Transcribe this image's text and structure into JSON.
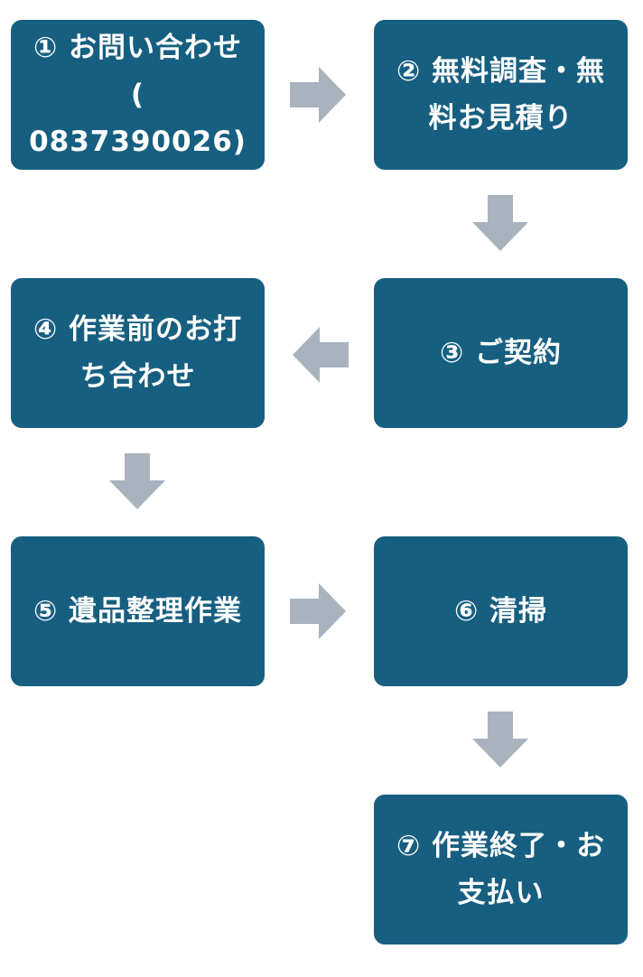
{
  "flow": {
    "steps": [
      {
        "label": "① お問い合わせ\n( 0837390026)"
      },
      {
        "label": "② 無料調査・無\n料お見積り"
      },
      {
        "label": "③ ご契約"
      },
      {
        "label": "④ 作業前のお打\nち合わせ"
      },
      {
        "label": "⑤ 遺品整理作業"
      },
      {
        "label": "⑥ 清掃"
      },
      {
        "label": "⑦ 作業終了・お\n支払い"
      }
    ],
    "colors": {
      "box": "#175f80",
      "text": "#ffffff",
      "arrow": "#a9b3be"
    }
  }
}
